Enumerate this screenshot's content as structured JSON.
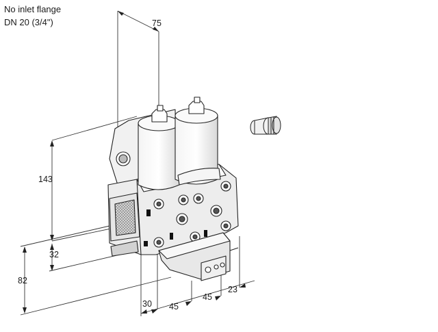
{
  "caption": {
    "line1": "No inlet flange",
    "line2": "DN 20 (3/4\")"
  },
  "dimensions": {
    "top_width": "75",
    "height_total": "143",
    "height_lower": "32",
    "depth": "82",
    "offset_front": "30",
    "spacing_1": "45",
    "spacing_2": "45",
    "side_offset": "23"
  }
}
